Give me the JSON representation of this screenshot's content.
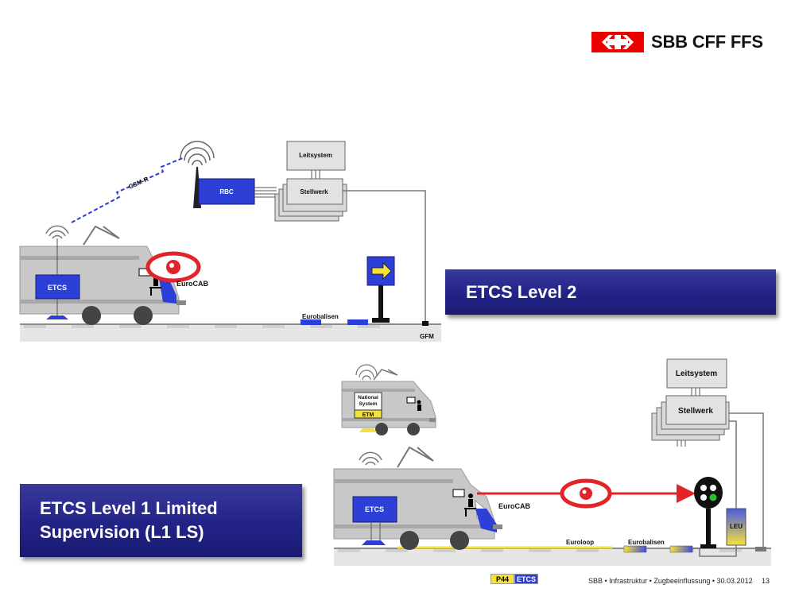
{
  "brand": {
    "name": "SBB CFF FFS",
    "color": "#eb0000"
  },
  "level2": {
    "banner": "ETCS Level 2",
    "labels": {
      "leitsystem": "Leitsystem",
      "stellwerk": "Stellwerk",
      "rbc": "RBC",
      "gsmr": "GSM-R",
      "etcs": "ETCS",
      "eurocab": "EuroCAB",
      "eurobalisen": "Eurobalisen",
      "gfm": "GFM"
    }
  },
  "level1": {
    "banner_line1": "ETCS Level 1 Limited",
    "banner_line2": "Supervision (L1 LS)",
    "labels": {
      "leitsystem": "Leitsystem",
      "stellwerk": "Stellwerk",
      "national_line1": "National",
      "national_line2": "System",
      "etm": "ETM",
      "etcs": "ETCS",
      "eurocab": "EuroCAB",
      "euroloop": "Euroloop",
      "eurobalisen": "Eurobalisen",
      "leu": "LEU"
    }
  },
  "footer": {
    "tag_p44": "P44",
    "tag_etcs": "ETCS",
    "text": "SBB • Infrastruktur • Zugbeeinflussung • 30.03.2012",
    "page": "13"
  },
  "colors": {
    "banner": "#232387",
    "etcs_box": "#2c3fd6",
    "eye_red": "#e3232a",
    "etm_yellow": "#f6e13a"
  }
}
